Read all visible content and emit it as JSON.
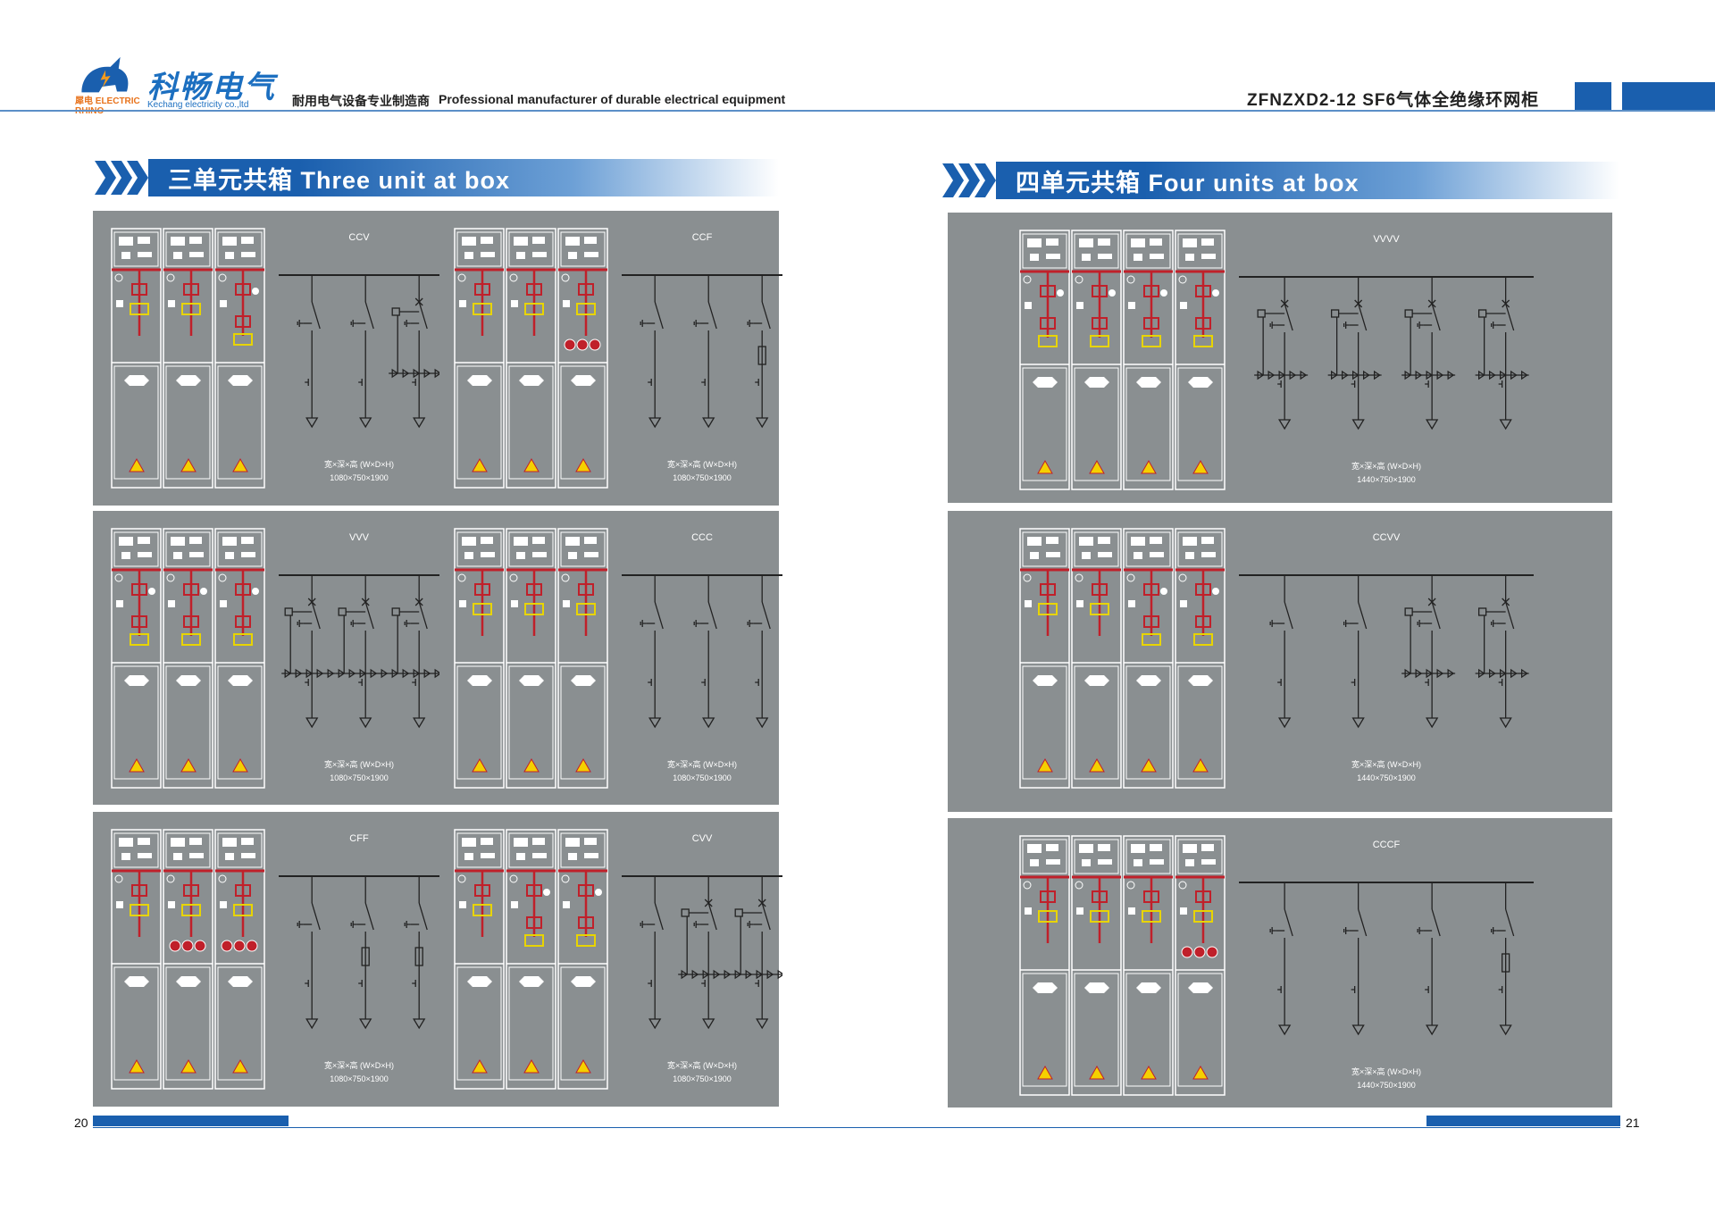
{
  "header": {
    "logo_cn": "科畅电气",
    "logo_en": "Kechang electricity co.,ltd",
    "logo_sub": "犀电 ELECTRIC RHINO",
    "tagline_cn": "耐用电气设备专业制造商",
    "tagline_en": "Professional manufacturer of durable electrical equipment",
    "doc_title": "ZFNZXD2-12  SF6气体全绝缘环网柜"
  },
  "colors": {
    "brand": "#1a5fae",
    "panel": "#8a8f91",
    "busbar_red": "#c0202a",
    "warning": "#f5d000"
  },
  "left_section": {
    "title": "三单元共箱  Three unit at box",
    "items": [
      {
        "scheme": "CCV",
        "dim_label": "宽×深×高 (W×D×H)",
        "dim_value": "1080×750×1900"
      },
      {
        "scheme": "CCF",
        "dim_label": "宽×深×高 (W×D×H)",
        "dim_value": "1080×750×1900"
      },
      {
        "scheme": "VVV",
        "dim_label": "宽×深×高 (W×D×H)",
        "dim_value": "1080×750×1900"
      },
      {
        "scheme": "CCC",
        "dim_label": "宽×深×高 (W×D×H)",
        "dim_value": "1080×750×1900"
      },
      {
        "scheme": "CFF",
        "dim_label": "宽×深×高 (W×D×H)",
        "dim_value": "1080×750×1900"
      },
      {
        "scheme": "CVV",
        "dim_label": "宽×深×高 (W×D×H)",
        "dim_value": "1080×750×1900"
      }
    ]
  },
  "right_section": {
    "title": "四单元共箱  Four units at box",
    "items": [
      {
        "scheme": "VVVV",
        "dim_label": "宽×深×高 (W×D×H)",
        "dim_value": "1440×750×1900"
      },
      {
        "scheme": "CCVV",
        "dim_label": "宽×深×高 (W×D×H)",
        "dim_value": "1440×750×1900"
      },
      {
        "scheme": "CCCF",
        "dim_label": "宽×深×高 (W×D×H)",
        "dim_value": "1440×750×1900"
      }
    ]
  },
  "footer": {
    "page_left": "20",
    "page_right": "21"
  }
}
